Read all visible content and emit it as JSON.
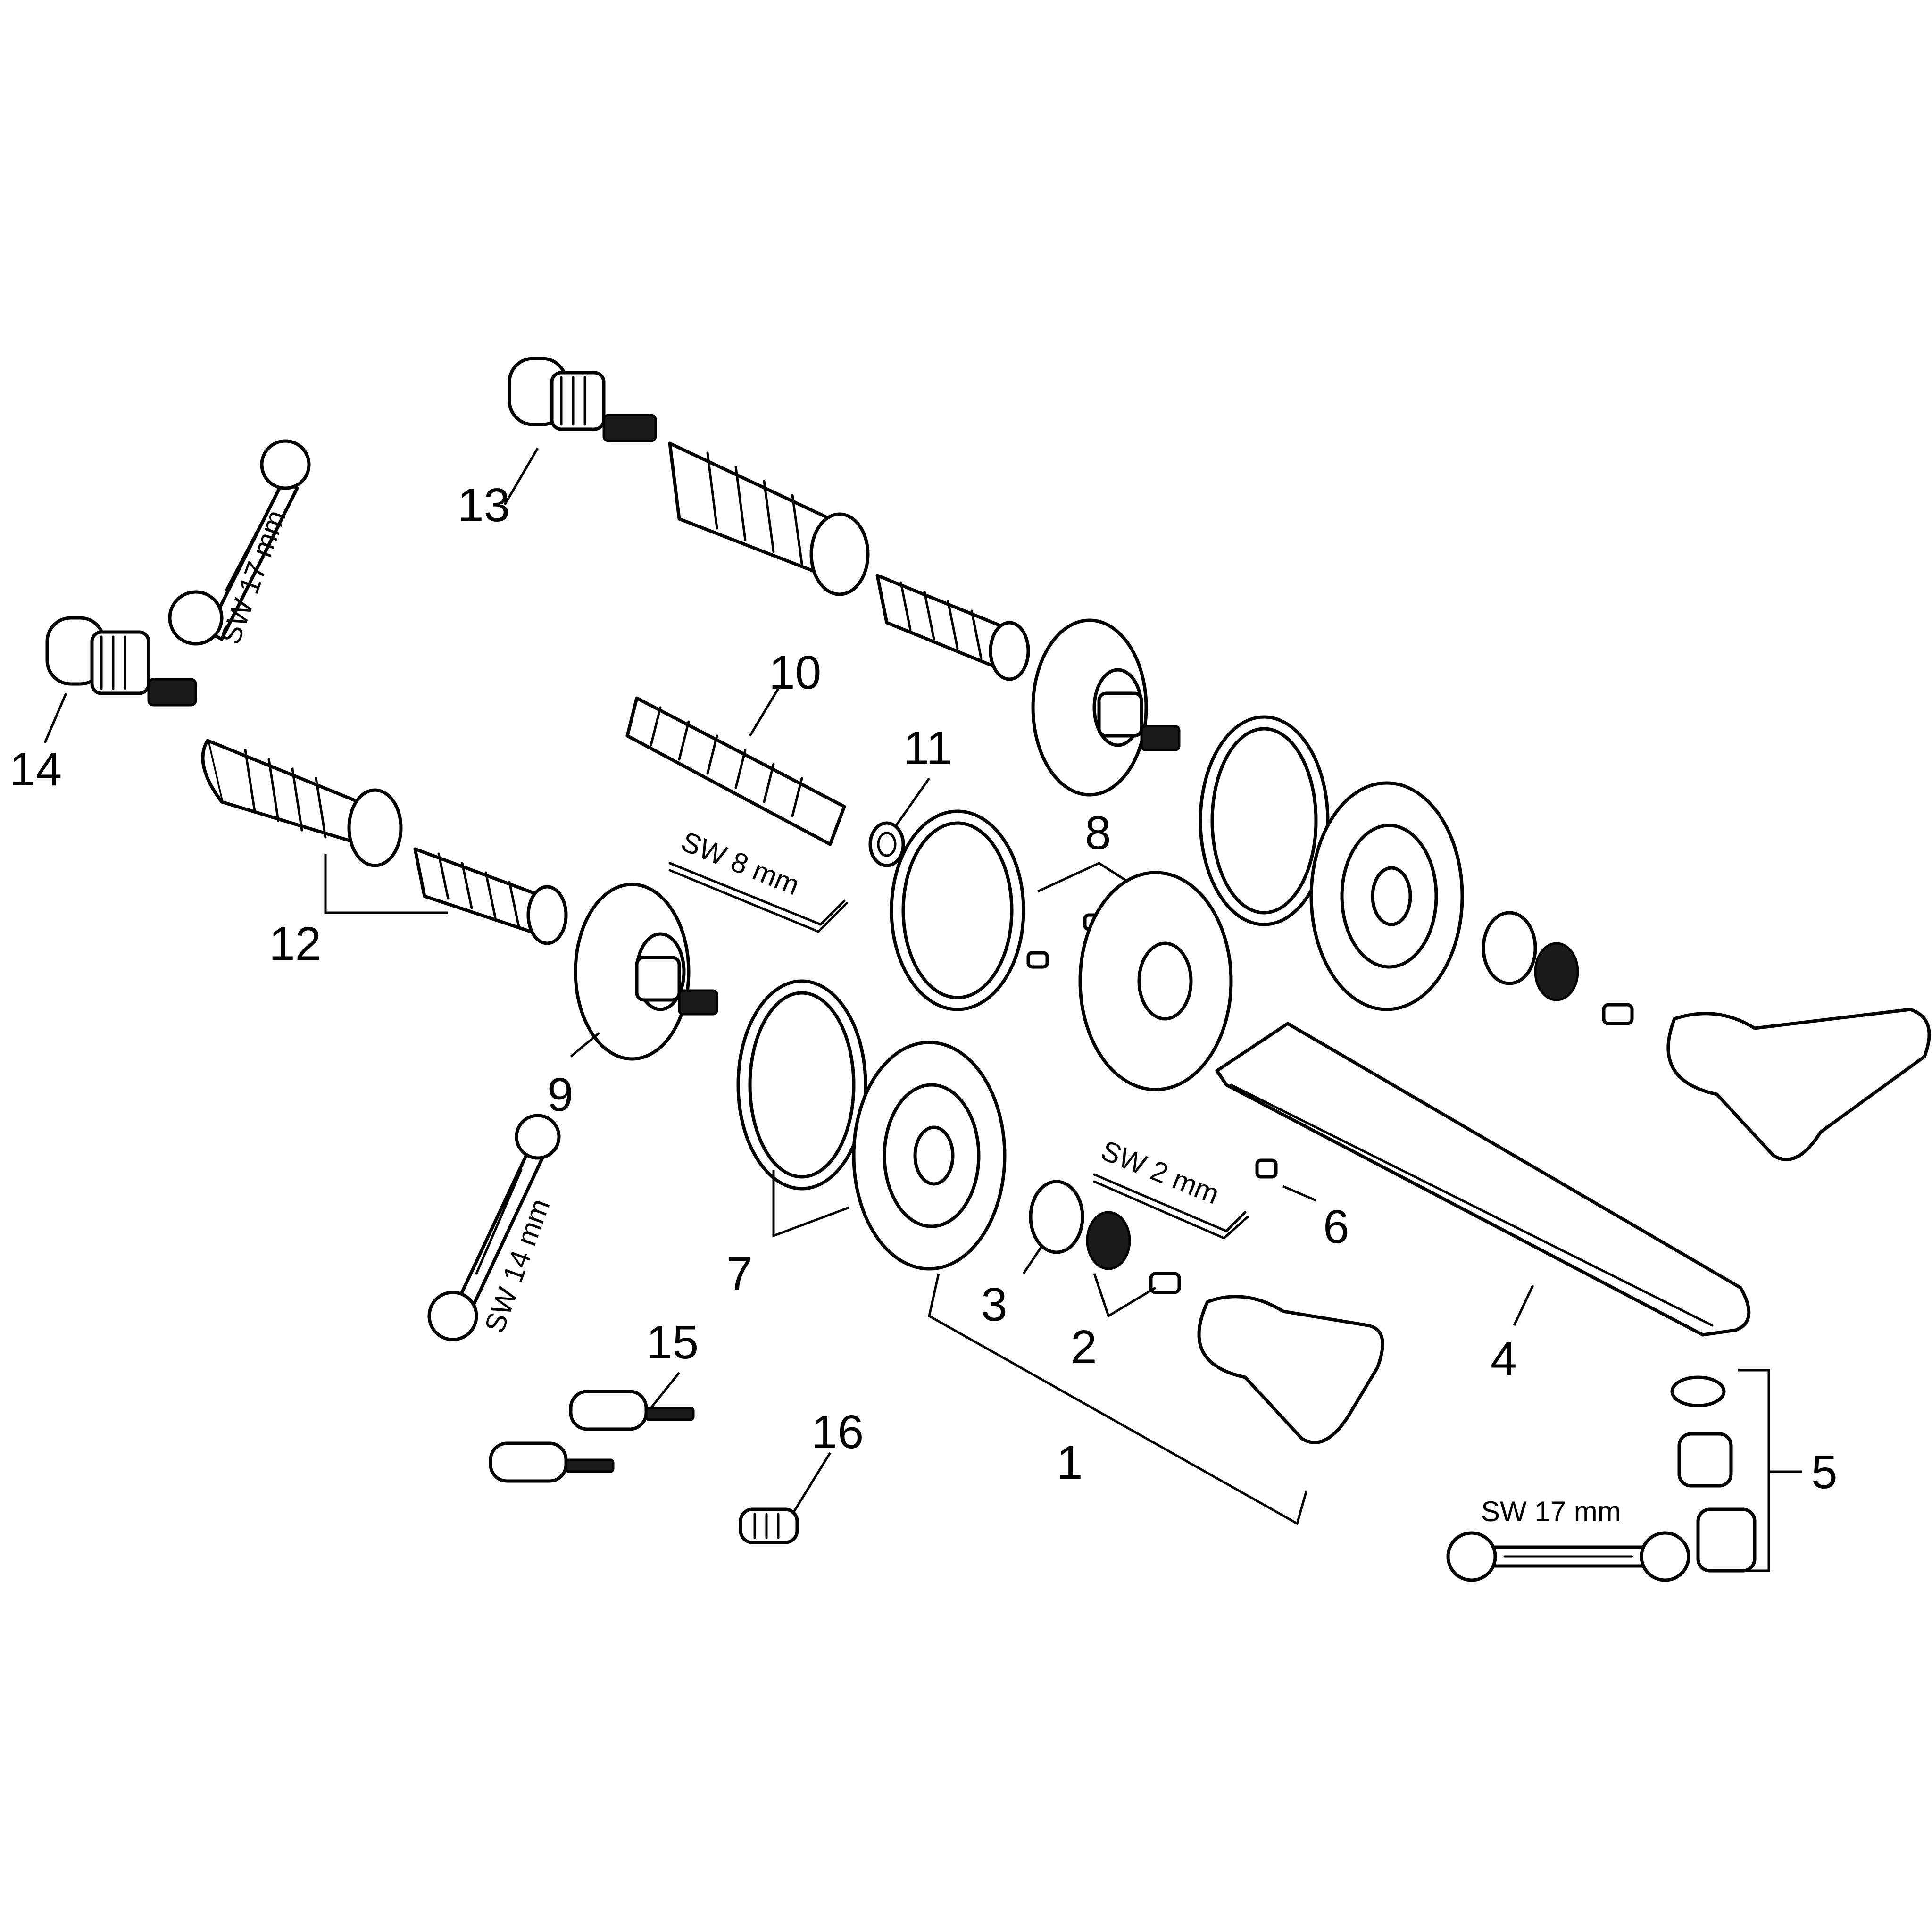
{
  "part_numbers": {
    "p1": "1",
    "p2": "2",
    "p3": "3",
    "p4": "4",
    "p5": "5",
    "p6": "6",
    "p7": "7",
    "p8": "8",
    "p9": "9",
    "p10": "10",
    "p11": "11",
    "p12": "12",
    "p13": "13",
    "p14": "14",
    "p15": "15",
    "p16": "16"
  },
  "tools": {
    "sw17_top": "SW 17 mm",
    "sw14": "SW 14 mm",
    "sw8": "SW 8 mm",
    "sw2": "SW 2 mm",
    "sw17_bottom": "SW 17 mm"
  }
}
